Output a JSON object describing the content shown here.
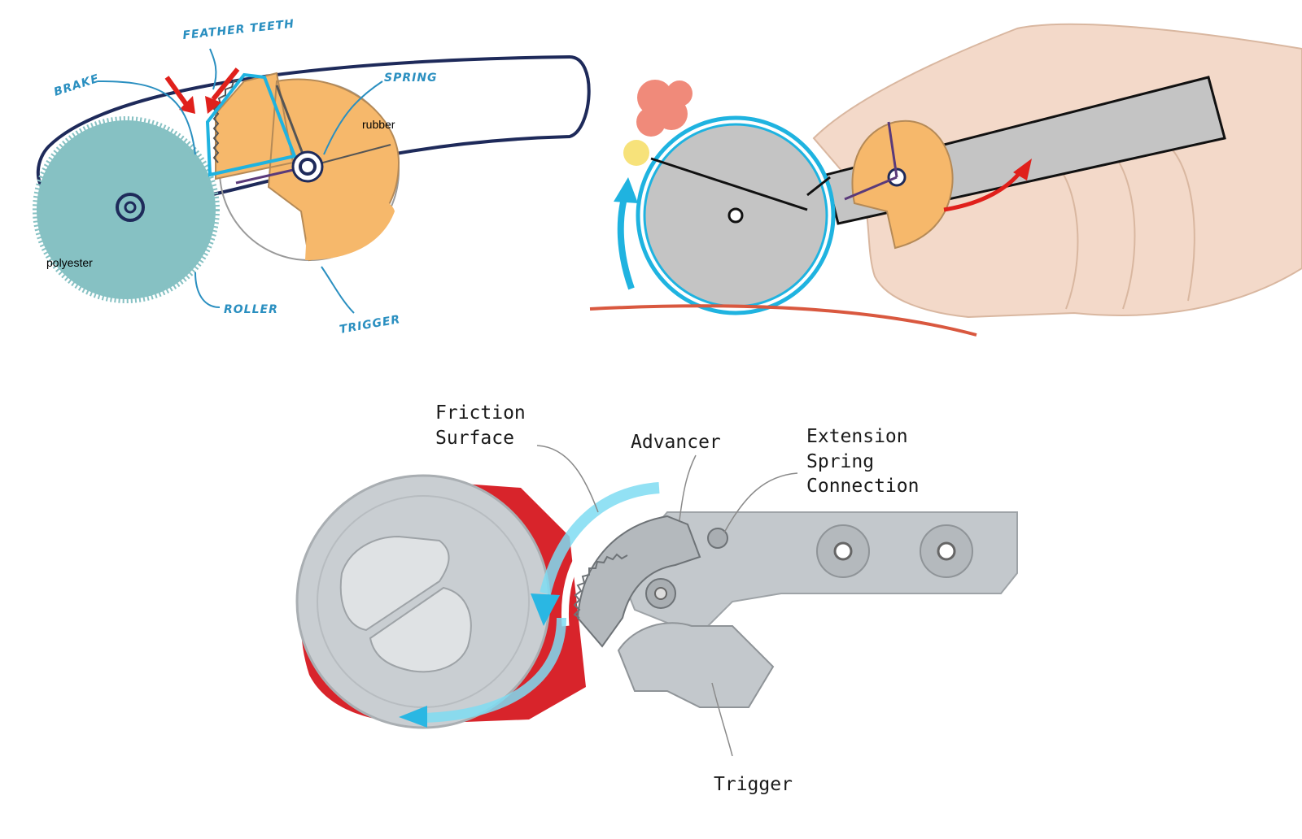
{
  "sketch": {
    "labels": {
      "feather_teeth": "FEATHER TEETH",
      "brake": "BRAKE",
      "spring": "SPRING",
      "rubber": "rubber",
      "polyester": "polyester",
      "roller": "ROLLER",
      "trigger": "TRIGGER"
    }
  },
  "photo": {
    "labels": {
      "friction_surface": [
        "Friction",
        "Surface"
      ],
      "advancer": "Advancer",
      "extension_spring": [
        "Extension",
        "Spring",
        "Connection"
      ],
      "trigger": "Trigger"
    }
  },
  "colors": {
    "teal_roller": "#86c1c3",
    "orange_gear": "#f6b86b",
    "handle_outline": "#1e2a5a",
    "annotation_blue": "#2a8fc0",
    "red_arrow": "#e0201b",
    "cyan_highlight": "#1fb3e0",
    "skin": "#f3d9c9",
    "gray_body": "#bdbdbd",
    "plastic_gray": "#c9ced2",
    "fabric_red": "#d8242b"
  },
  "icons": {
    "sketch_red_arrows": "arrow-down-icon",
    "usage_rotation_arrow": "rotate-arrow-icon",
    "photo_motion_arrow": "curved-arrow-icon"
  }
}
